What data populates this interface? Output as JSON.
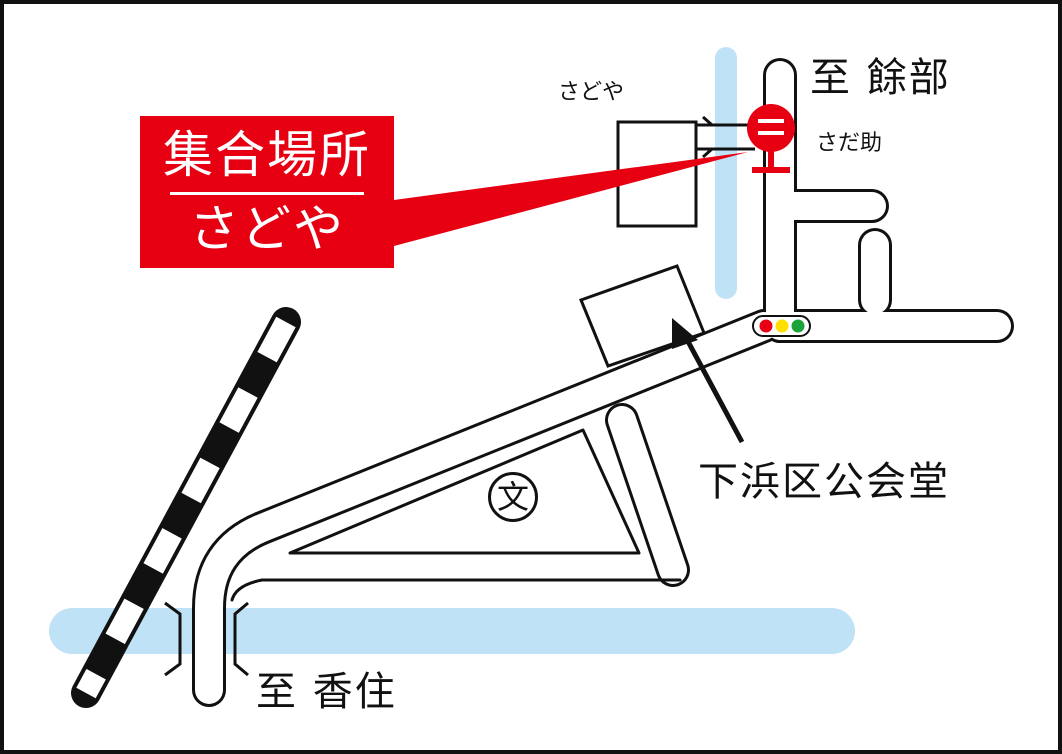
{
  "labels": {
    "dest_north": "至 餘部",
    "dest_south": "至 香住",
    "sadoya_small": "さどや",
    "sadasuke": "さだ助",
    "hall": "下浜区公会堂"
  },
  "callout": {
    "line1": "集合場所",
    "line2": "さどや"
  },
  "school_symbol": "文",
  "colors": {
    "accent_red": "#e60012",
    "river_blue": "#c0e2f6",
    "traffic_red": "#e60012",
    "traffic_yellow": "#ffe000",
    "traffic_green": "#1aa33a"
  },
  "icons": [
    "bus-stop-icon",
    "traffic-light-icon",
    "school-icon",
    "railway-icon",
    "bridge-icon",
    "arrow-icon"
  ]
}
